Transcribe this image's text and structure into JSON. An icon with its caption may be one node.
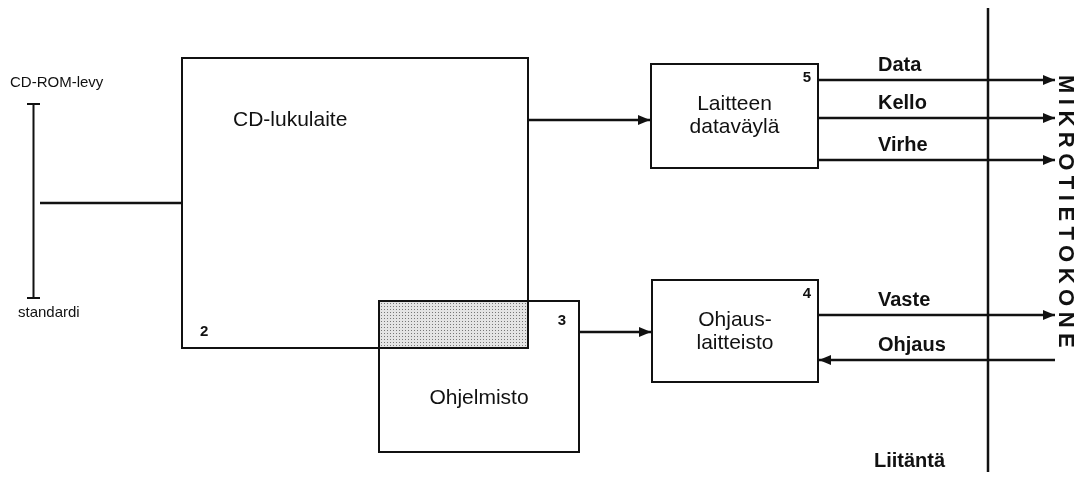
{
  "diagram": {
    "nodes": [
      {
        "text": [],
        "shape": "bar",
        "beside": [
          "CD-ROM-levy",
          "standardi"
        ]
      },
      {
        "text": [
          "CD-lukulaite",
          "2"
        ]
      },
      {
        "text": [
          "3",
          "Ohjelmisto"
        ]
      },
      {
        "text": [
          "5",
          "Laitteen dataväylä"
        ]
      },
      {
        "text": [
          "4",
          "Ohjaus- laitteisto"
        ]
      },
      {
        "text": [
          "MIKROTIETOKONE"
        ]
      },
      {
        "text": [],
        "shape": "box"
      }
    ],
    "edges": [
      {
        "from": 0,
        "to": 1,
        "arrow": "none"
      },
      {
        "from": 1,
        "to": 3,
        "arrow": "to"
      },
      {
        "from": 2,
        "to": 4,
        "arrow": "to"
      },
      {
        "from": 3,
        "to": 5,
        "arrow": "to",
        "label": "Data"
      },
      {
        "from": 3,
        "to": 5,
        "arrow": "to",
        "label": "Kello"
      },
      {
        "from": 3,
        "to": 5,
        "arrow": "to",
        "label": "Virhe"
      },
      {
        "from": 4,
        "to": 5,
        "arrow": "to",
        "label": "Vaste"
      },
      {
        "from": 5,
        "to": 4,
        "arrow": "to",
        "label": "Ohjaus"
      }
    ],
    "labels": [
      "Liitäntä"
    ]
  }
}
